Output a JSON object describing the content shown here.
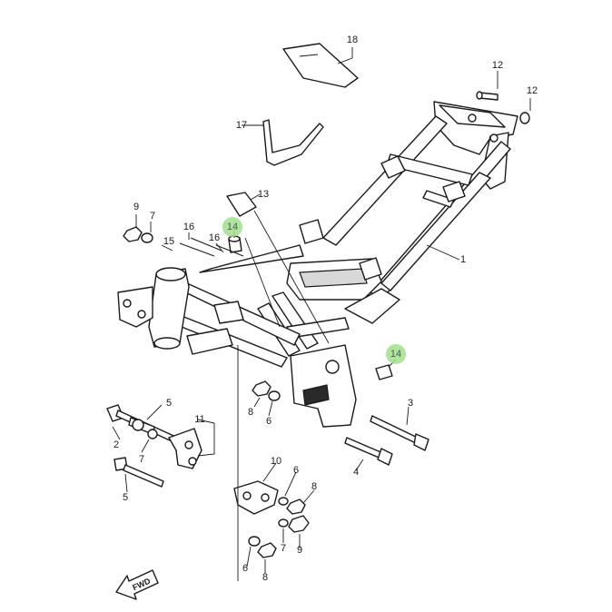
{
  "diagram": {
    "highlight_color": "#9fe08c",
    "callouts": {
      "c18": "18",
      "c12a": "12",
      "c12b": "12",
      "c17": "17",
      "c13": "13",
      "c14a": "14",
      "c14b": "14",
      "c9a": "9",
      "c7a": "7",
      "c16a": "16",
      "c16b": "16",
      "c15": "15",
      "c1": "1",
      "c5a": "5",
      "c2": "2",
      "c7b": "7",
      "c5b": "5",
      "c11": "11",
      "c8a": "8",
      "c6a": "6",
      "c3": "3",
      "c4": "4",
      "c10": "10",
      "c6b": "6",
      "c8b": "8",
      "c7c": "7",
      "c9b": "9",
      "c6c": "6",
      "c8c": "8"
    },
    "fwd_label": "FWD"
  }
}
